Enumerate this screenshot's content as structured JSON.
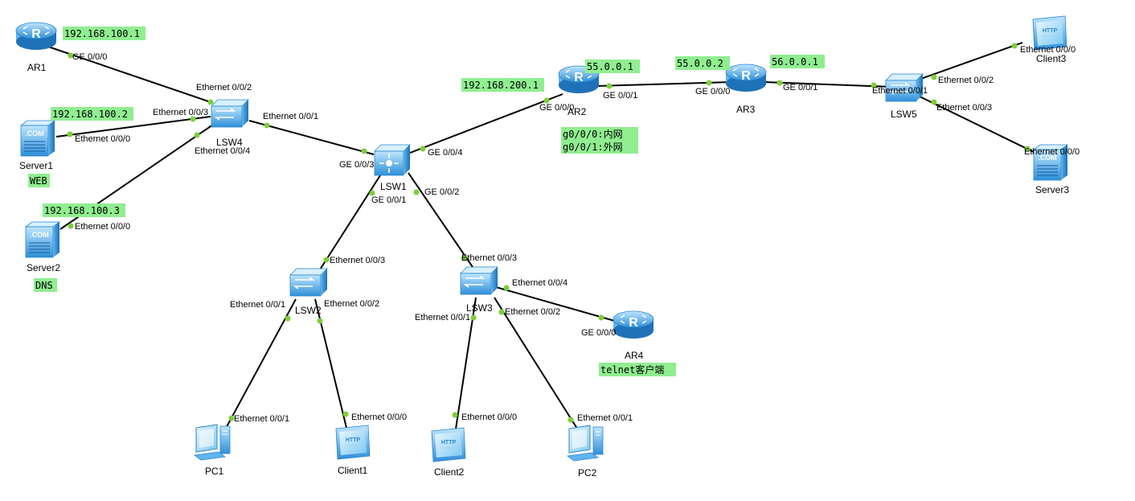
{
  "devices": [
    {
      "name": "AR1",
      "type": "router"
    },
    {
      "name": "AR2",
      "type": "router"
    },
    {
      "name": "AR3",
      "type": "router"
    },
    {
      "name": "AR4",
      "type": "router"
    },
    {
      "name": "LSW1",
      "type": "l3switch"
    },
    {
      "name": "LSW2",
      "type": "switch"
    },
    {
      "name": "LSW3",
      "type": "switch"
    },
    {
      "name": "LSW4",
      "type": "switch"
    },
    {
      "name": "LSW5",
      "type": "switch"
    },
    {
      "name": "Server1",
      "type": "server"
    },
    {
      "name": "Server2",
      "type": "server"
    },
    {
      "name": "Server3",
      "type": "server"
    },
    {
      "name": "PC1",
      "type": "pc"
    },
    {
      "name": "PC2",
      "type": "pc"
    },
    {
      "name": "Client1",
      "type": "client"
    },
    {
      "name": "Client2",
      "type": "client"
    },
    {
      "name": "Client3",
      "type": "client"
    }
  ],
  "links": [
    {
      "a": "AR1",
      "a_port": "GE 0/0/0",
      "b": "LSW4",
      "b_port": "Ethernet 0/0/2"
    },
    {
      "a": "Server1",
      "a_port": "Ethernet 0/0/0",
      "b": "LSW4",
      "b_port": "Ethernet 0/0/3"
    },
    {
      "a": "Server2",
      "a_port": "Ethernet 0/0/0",
      "b": "LSW4",
      "b_port": "Ethernet 0/0/4"
    },
    {
      "a": "LSW4",
      "a_port": "Ethernet 0/0/1",
      "b": "LSW1",
      "b_port": "GE 0/0/3"
    },
    {
      "a": "LSW1",
      "a_port": "GE 0/0/4",
      "b": "AR2",
      "b_port": "GE 0/0/0"
    },
    {
      "a": "AR2",
      "a_port": "GE 0/0/1",
      "b": "AR3",
      "b_port": "GE 0/0/0"
    },
    {
      "a": "AR3",
      "a_port": "GE 0/0/1",
      "b": "LSW5",
      "b_port": "Ethernet 0/0/1"
    },
    {
      "a": "LSW5",
      "a_port": "Ethernet 0/0/2",
      "b": "Client3",
      "b_port": "Ethernet 0/0/0"
    },
    {
      "a": "LSW5",
      "a_port": "Ethernet 0/0/3",
      "b": "Server3",
      "b_port": "Ethernet 0/0/0"
    },
    {
      "a": "LSW1",
      "a_port": "GE 0/0/1",
      "b": "LSW2",
      "b_port": "Ethernet 0/0/3"
    },
    {
      "a": "LSW1",
      "a_port": "GE 0/0/2",
      "b": "LSW3",
      "b_port": "Ethernet 0/0/3"
    },
    {
      "a": "LSW2",
      "a_port": "Ethernet 0/0/1",
      "b": "PC1",
      "b_port": "Ethernet 0/0/1"
    },
    {
      "a": "LSW2",
      "a_port": "Ethernet 0/0/2",
      "b": "Client1",
      "b_port": "Ethernet 0/0/0"
    },
    {
      "a": "LSW3",
      "a_port": "Ethernet 0/0/1",
      "b": "Client2",
      "b_port": "Ethernet 0/0/0"
    },
    {
      "a": "LSW3",
      "a_port": "Ethernet 0/0/2",
      "b": "PC2",
      "b_port": "Ethernet 0/0/1"
    },
    {
      "a": "LSW3",
      "a_port": "Ethernet 0/0/4",
      "b": "AR4",
      "b_port": "GE 0/0/0"
    }
  ],
  "notes": [
    {
      "id": "ar1-ip",
      "text": "192.168.100.1"
    },
    {
      "id": "server1-ip",
      "text": "192.168.100.2"
    },
    {
      "id": "server1-role",
      "text": "WEB"
    },
    {
      "id": "server2-ip",
      "text": "192.168.100.3"
    },
    {
      "id": "server2-role",
      "text": "DNS"
    },
    {
      "id": "ar2-g0-ip",
      "text": "192.168.200.1"
    },
    {
      "id": "ar2-g1-ip",
      "text": "55.0.0.1"
    },
    {
      "id": "ar3-g0-ip",
      "text": "55.0.0.2"
    },
    {
      "id": "ar3-g1-ip",
      "text": "56.0.0.1"
    },
    {
      "id": "ar2-iface-inner",
      "text": "g0/0/0:内网"
    },
    {
      "id": "ar2-iface-outer",
      "text": "g0/0/1:外网"
    },
    {
      "id": "ar4-role",
      "text": "telnet客户端"
    }
  ],
  "colors": {
    "note_bg": "#90ee90",
    "port_dot": "#7ccf3a",
    "link": "#000000",
    "device": "#3a9be0"
  }
}
